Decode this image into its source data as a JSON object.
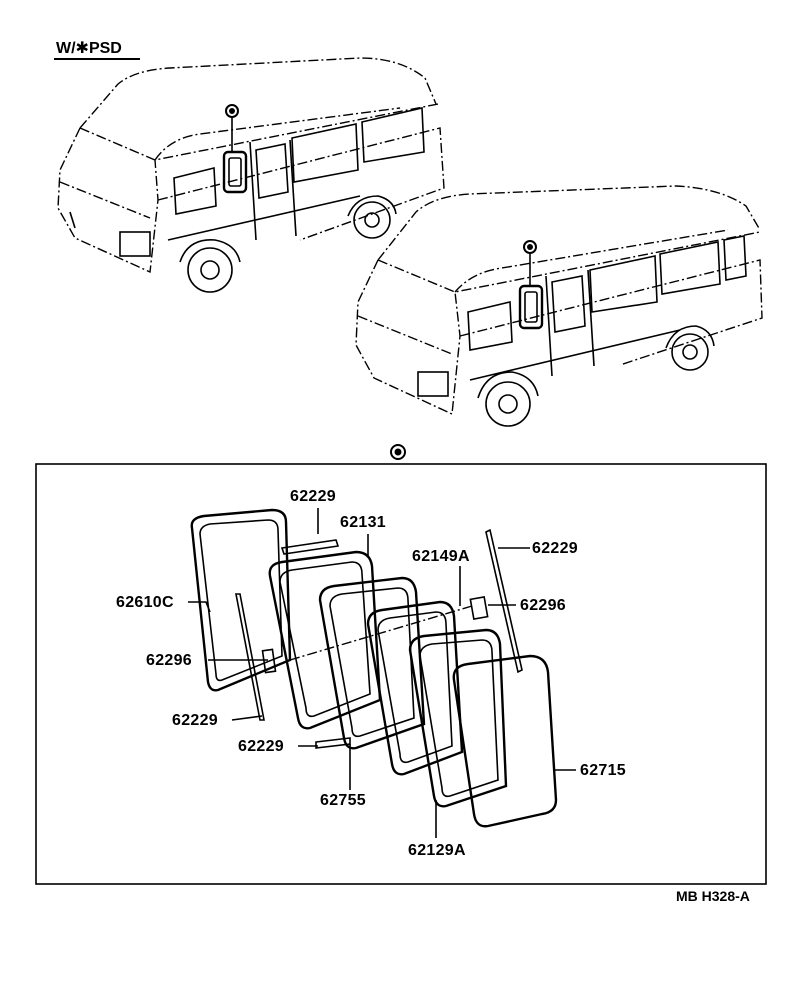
{
  "header": {
    "title": "W/✱PSD"
  },
  "drawing_code": "MB H328-A",
  "parts": {
    "p62229_top": "62229",
    "p62131": "62131",
    "p62149A": "62149A",
    "p62229_right": "62229",
    "p62610C": "62610C",
    "p62296_right": "62296",
    "p62296_left": "62296",
    "p62229_left": "62229",
    "p62229_bottom": "62229",
    "p62715": "62715",
    "p62755": "62755",
    "p62129A": "62129A"
  }
}
